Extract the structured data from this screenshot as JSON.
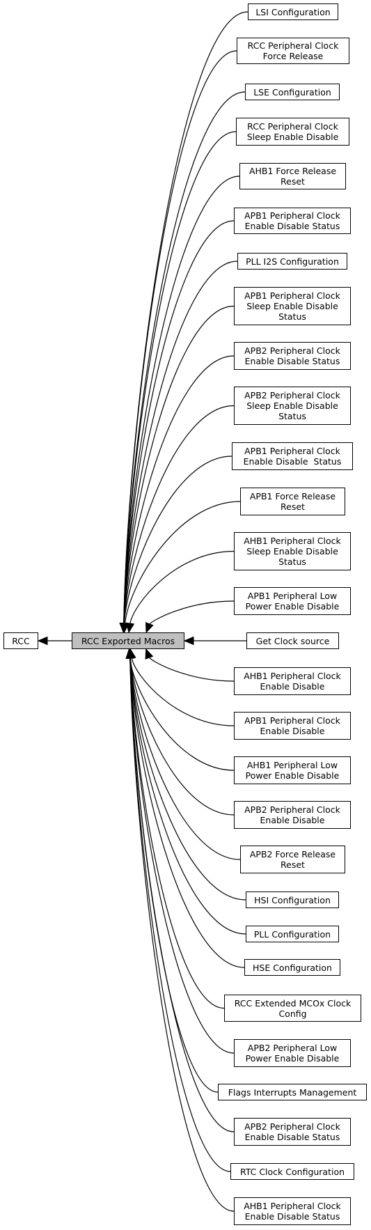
{
  "diagram": {
    "root": {
      "id": "rcc",
      "lines": [
        "RCC"
      ]
    },
    "center": {
      "id": "exported",
      "lines": [
        "RCC Exported Macros"
      ]
    },
    "children": [
      {
        "id": "lsi-config",
        "lines": [
          "LSI Configuration"
        ]
      },
      {
        "id": "periph-force-release",
        "lines": [
          "RCC Peripheral Clock",
          "Force Release"
        ]
      },
      {
        "id": "lse-config",
        "lines": [
          "LSE Configuration"
        ]
      },
      {
        "id": "periph-sleep",
        "lines": [
          "RCC Peripheral Clock",
          "Sleep Enable Disable"
        ]
      },
      {
        "id": "ahb1-force-release",
        "lines": [
          "AHB1 Force Release",
          "Reset"
        ]
      },
      {
        "id": "apb1-enable-status",
        "lines": [
          "APB1 Peripheral Clock",
          "Enable Disable Status"
        ]
      },
      {
        "id": "pll-i2s-config",
        "lines": [
          "PLL I2S Configuration"
        ]
      },
      {
        "id": "apb1-sleep-status",
        "lines": [
          "APB1 Peripheral Clock",
          "Sleep Enable Disable",
          "Status"
        ]
      },
      {
        "id": "apb2-enable-status",
        "lines": [
          "APB2 Peripheral Clock",
          "Enable Disable Status"
        ]
      },
      {
        "id": "apb2-sleep-status",
        "lines": [
          "APB2 Peripheral Clock",
          "Sleep Enable Disable",
          "Status"
        ]
      },
      {
        "id": "apb1-enable-status-2",
        "lines": [
          "APB1 Peripheral Clock",
          "Enable Disable  Status"
        ]
      },
      {
        "id": "apb1-force-release",
        "lines": [
          "APB1 Force Release",
          "Reset"
        ]
      },
      {
        "id": "ahb1-sleep-status",
        "lines": [
          "AHB1 Peripheral Clock",
          "Sleep Enable Disable",
          "Status"
        ]
      },
      {
        "id": "apb1-low-power",
        "lines": [
          "APB1 Peripheral Low",
          "Power Enable Disable"
        ]
      },
      {
        "id": "get-clock-source",
        "lines": [
          "Get Clock source"
        ]
      },
      {
        "id": "ahb1-enable",
        "lines": [
          "AHB1 Peripheral Clock",
          "Enable Disable"
        ]
      },
      {
        "id": "apb1-enable",
        "lines": [
          "APB1 Peripheral Clock",
          "Enable Disable"
        ]
      },
      {
        "id": "ahb1-low-power",
        "lines": [
          "AHB1 Peripheral Low",
          "Power Enable Disable"
        ]
      },
      {
        "id": "apb2-enable",
        "lines": [
          "APB2 Peripheral Clock",
          "Enable Disable"
        ]
      },
      {
        "id": "apb2-force-release",
        "lines": [
          "APB2 Force Release",
          "Reset"
        ]
      },
      {
        "id": "hsi-config",
        "lines": [
          "HSI Configuration"
        ]
      },
      {
        "id": "pll-config",
        "lines": [
          "PLL Configuration"
        ]
      },
      {
        "id": "hse-config",
        "lines": [
          "HSE Configuration"
        ]
      },
      {
        "id": "mcox-config",
        "lines": [
          "RCC Extended MCOx Clock",
          "Config"
        ]
      },
      {
        "id": "apb2-low-power",
        "lines": [
          "APB2 Peripheral Low",
          "Power Enable Disable"
        ]
      },
      {
        "id": "flags-interrupts",
        "lines": [
          "Flags Interrupts Management"
        ]
      },
      {
        "id": "apb2-enable-status-2",
        "lines": [
          "APB2 Peripheral Clock",
          "Enable Disable Status"
        ]
      },
      {
        "id": "rtc-config",
        "lines": [
          "RTC Clock Configuration"
        ]
      },
      {
        "id": "ahb1-enable-status",
        "lines": [
          "AHB1 Peripheral Clock",
          "Enable Disable Status"
        ]
      }
    ]
  }
}
